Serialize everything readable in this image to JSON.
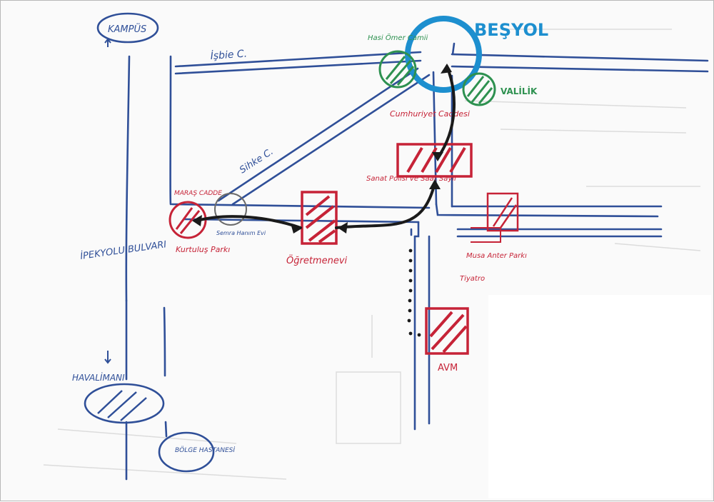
{
  "colors": {
    "road": "#2f4f98",
    "place_red": "#c62337",
    "place_green": "#2e9150",
    "roundabout": "#1d8fcf",
    "route_black": "#1a1a1a",
    "paper": "#fafafa"
  },
  "labels": {
    "kampus": "KAMPÜS",
    "besyol": "BEŞYOL",
    "hasi_omer": "Hasi Ömer Camii",
    "isbie": "İşbie C.",
    "valilik": "VALİLİK",
    "cumhuriyet": "Cumhuriyet Caddesi",
    "sihke": "Sihke C.",
    "sanat": "Sanat Polisi ve Saat Sayıl",
    "marasi": "MARAŞ CADDE",
    "sema": "Semra Hanım Evi",
    "kurtulus": "Kurtuluş Parkı",
    "ogretmenevi": "Öğretmenevi",
    "ipekyolu": "İPEKYOLU BULVARI",
    "musa": "Musa Anter Parkı",
    "tiyatro": "Tiyatro",
    "avm": "AVM",
    "havalimani": "HAVALİMANI",
    "bolge": "BÖLGE HASTANESİ"
  }
}
